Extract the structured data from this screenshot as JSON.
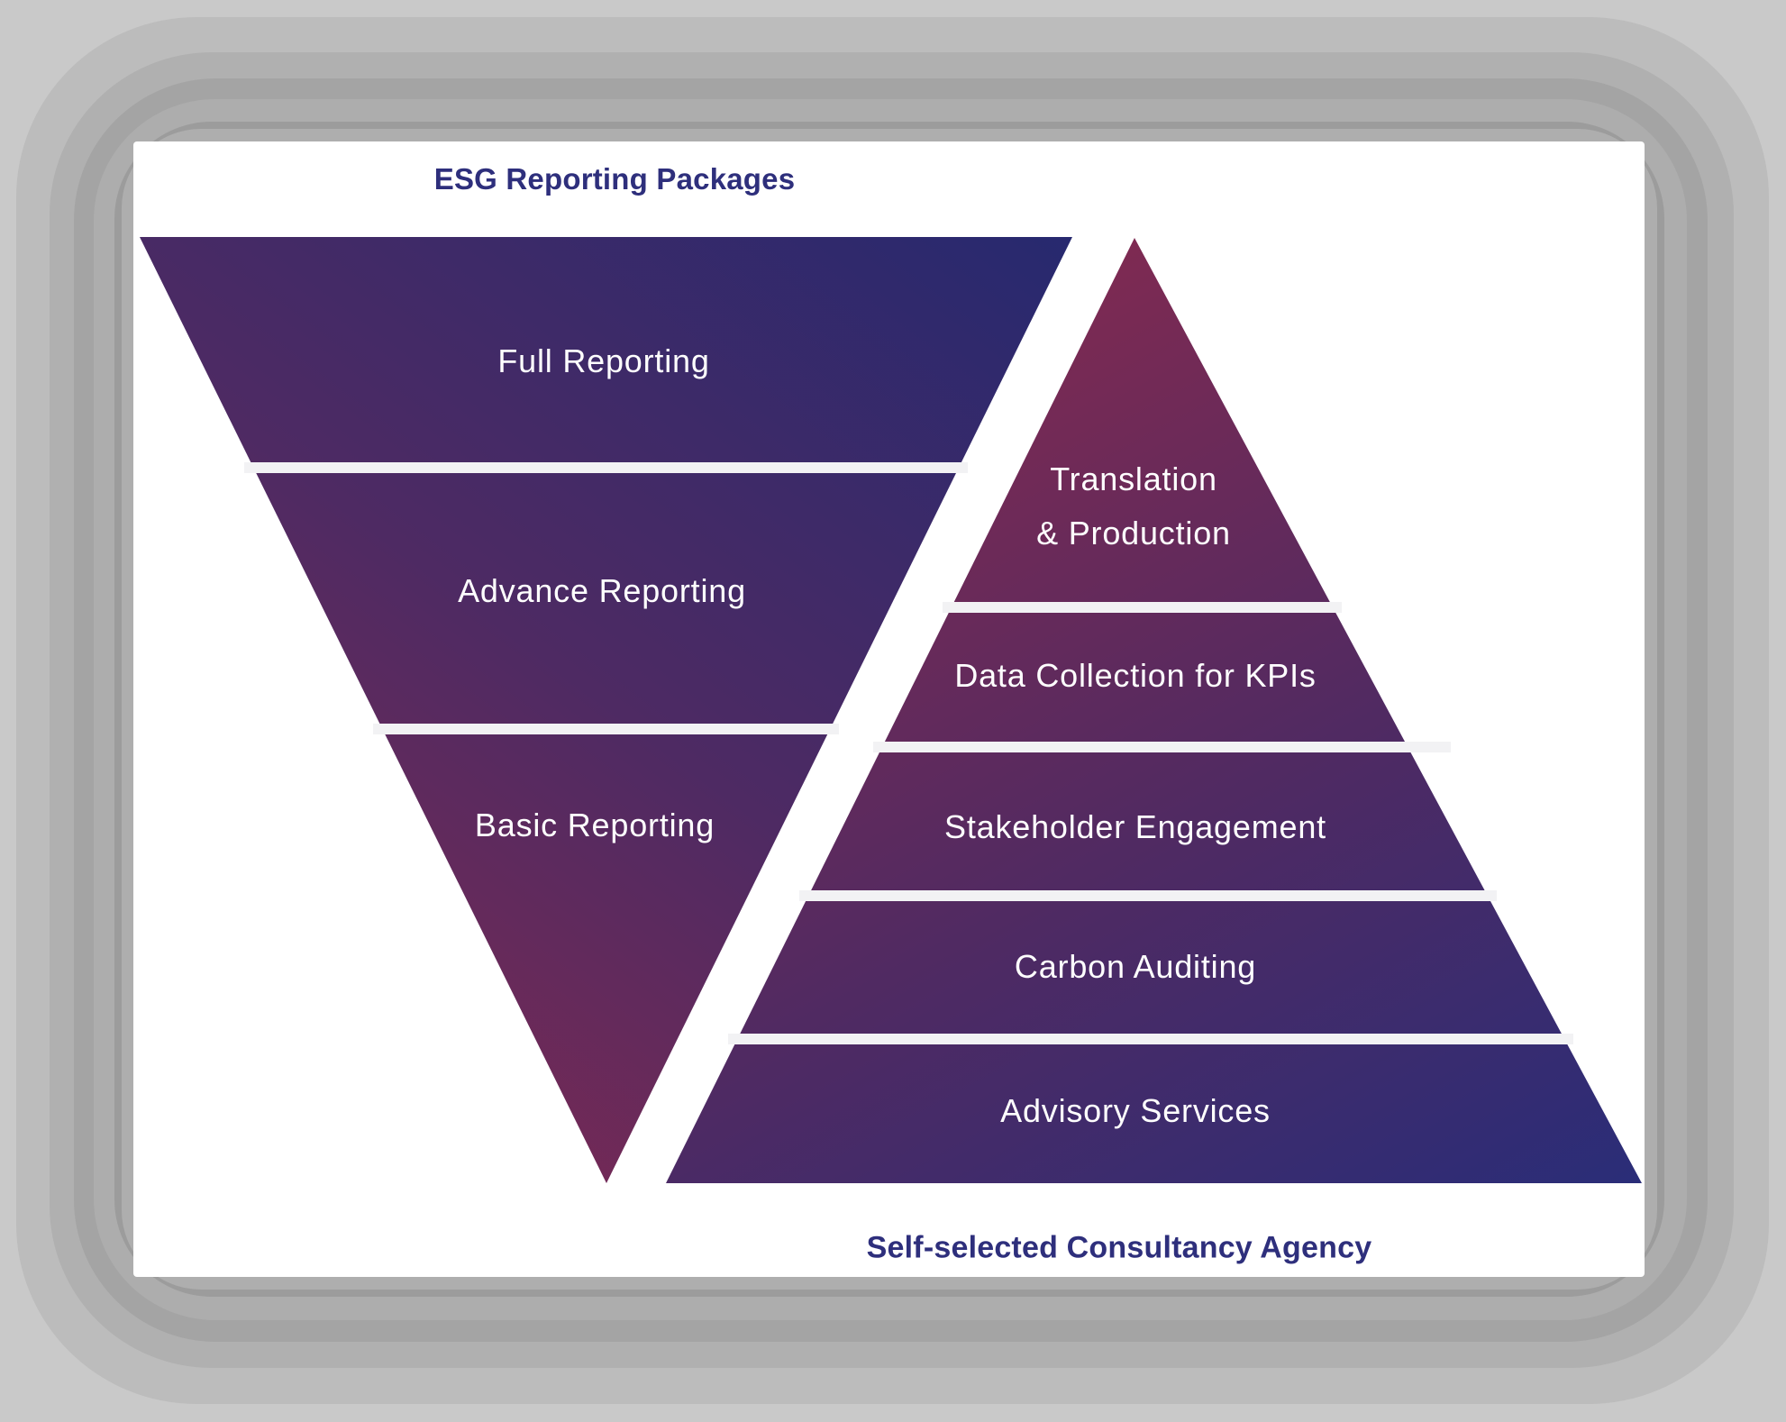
{
  "titles": {
    "funnel": "ESG Reporting Packages",
    "pyramid": "Self-selected Consultancy Agency"
  },
  "funnel": {
    "tiers": [
      "Full Reporting",
      "Advance Reporting",
      "Basic Reporting"
    ]
  },
  "pyramid": {
    "tiers": [
      [
        "Translation",
        "& Production"
      ],
      [
        "Data Collection for KPIs"
      ],
      [
        "Stakeholder Engagement"
      ],
      [
        "Carbon Auditing"
      ],
      [
        "Advisory Services"
      ]
    ]
  },
  "colors": {
    "maroon": "#7e2952",
    "mid_purple": "#4e2a63",
    "funnel_navy": "#27296f",
    "pyramid_navy": "#2a2d78",
    "separator_band": "#f2f2f4",
    "title_text": "#2e2f7c",
    "tier_text": "#ffffff",
    "frame_grays": [
      "#c9c9c9",
      "#bcbcbc",
      "#b0b0b0",
      "#a4a4a4",
      "#adadad",
      "#9c9c9c",
      "#aeaeae"
    ]
  }
}
